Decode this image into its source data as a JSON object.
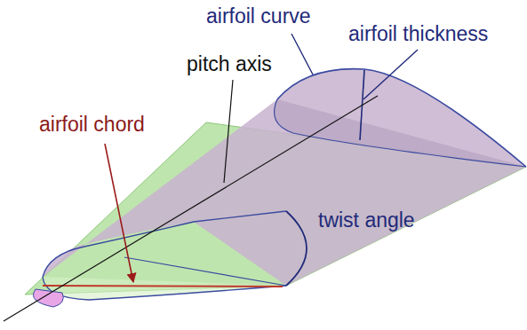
{
  "diagram": {
    "labels": [
      "airfoil curve",
      "airfoil thickness",
      "pitch axis",
      "airfoil chord",
      "twist angle"
    ]
  }
}
